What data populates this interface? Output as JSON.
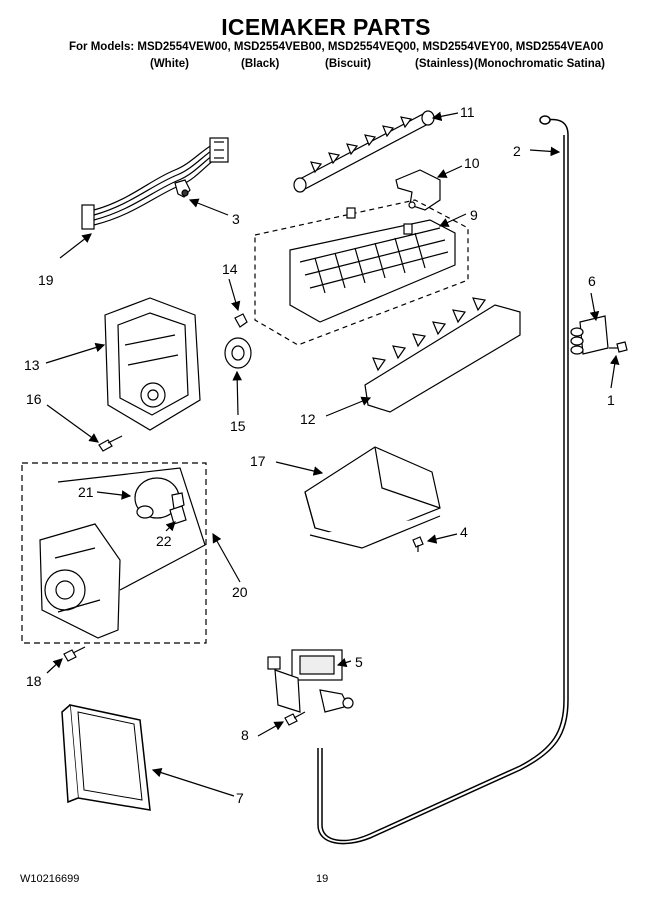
{
  "header": {
    "title": "ICEMAKER PARTS",
    "models_line": "For Models: MSD2554VEW00, MSD2554VEB00, MSD2554VEQ00, MSD2554VEY00, MSD2554VEA00",
    "variants": [
      "(White)",
      "(Black)",
      "(Biscuit)",
      "(Stainless)",
      "(Monochromatic Satina)"
    ]
  },
  "callouts": [
    "1",
    "2",
    "3",
    "4",
    "5",
    "6",
    "7",
    "8",
    "9",
    "10",
    "11",
    "12",
    "13",
    "14",
    "15",
    "16",
    "17",
    "18",
    "19",
    "20",
    "21",
    "22"
  ],
  "footer": {
    "doc_number": "W10216699",
    "page_number": "19"
  }
}
